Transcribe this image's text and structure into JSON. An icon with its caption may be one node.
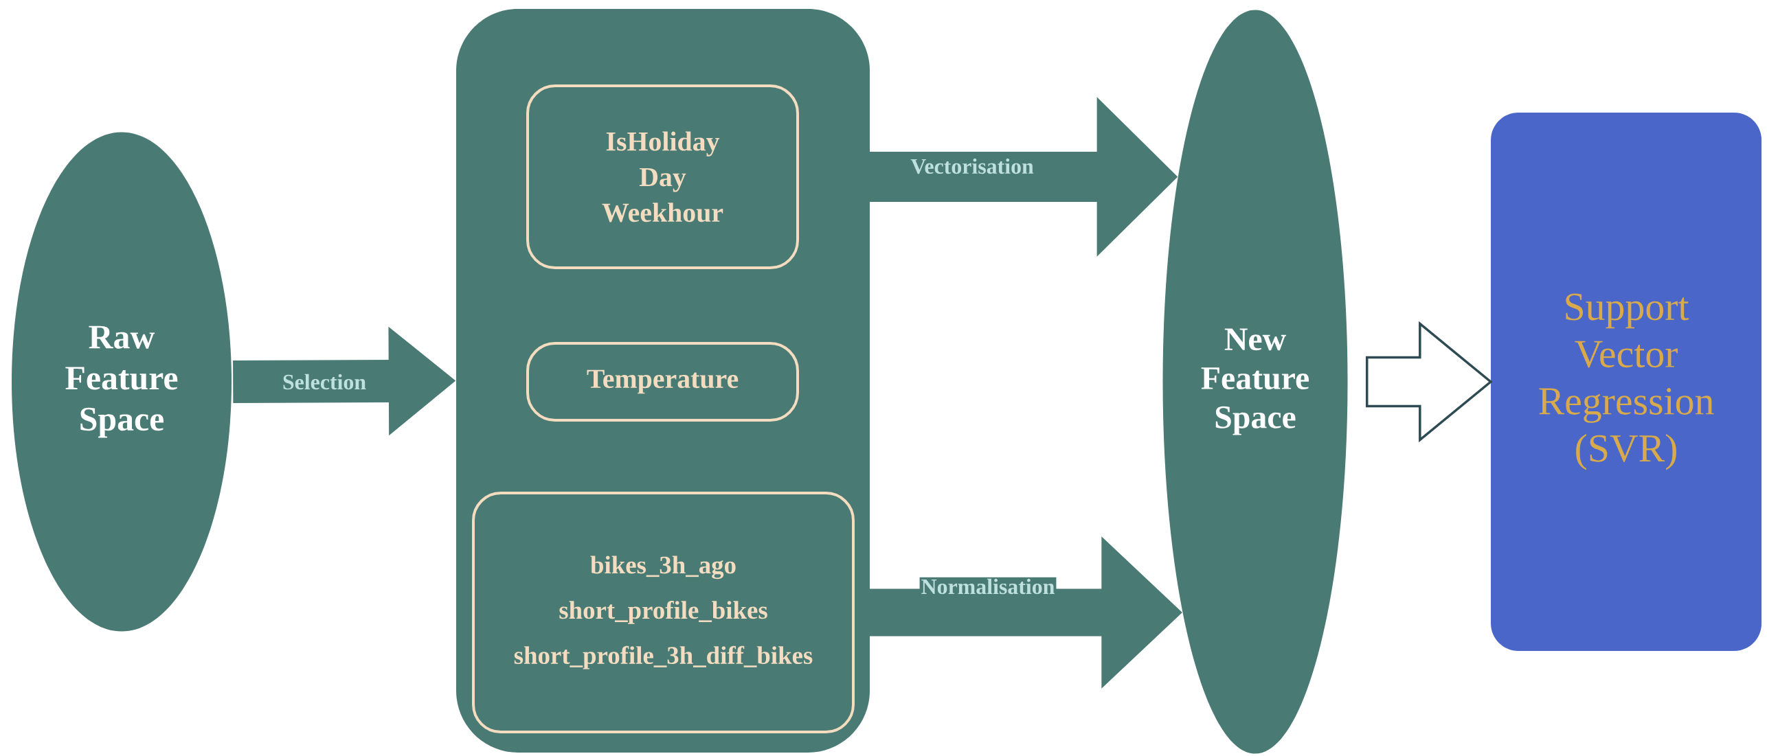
{
  "diagram": {
    "nodes": [
      {
        "text": [
          "Raw Feature Space"
        ]
      },
      {
        "text": [],
        "shape": "box"
      },
      {
        "text": [
          "IsHoliday",
          "Day",
          "Weekhour"
        ],
        "in": 1
      },
      {
        "text": [
          "Temperature"
        ],
        "in": 1
      },
      {
        "text": [
          "bikes_3h_ago",
          "short_profile_bikes",
          "short_profile_3h_diff_bikes"
        ],
        "in": 1
      },
      {
        "text": [
          "New Feature Space"
        ]
      },
      {
        "text": [
          "Support Vector Regression (SVR)"
        ]
      }
    ],
    "edges": [
      {
        "from": 0,
        "to": 1,
        "arrow": "to",
        "label": "Selection"
      },
      {
        "from": 2,
        "to": 5,
        "arrow": "to",
        "label": "Vectorisation"
      },
      {
        "from": 4,
        "to": 5,
        "arrow": "to",
        "label": "Normalisation"
      },
      {
        "from": 5,
        "to": 6,
        "arrow": "to",
        "color": "#2e4a52"
      }
    ]
  }
}
